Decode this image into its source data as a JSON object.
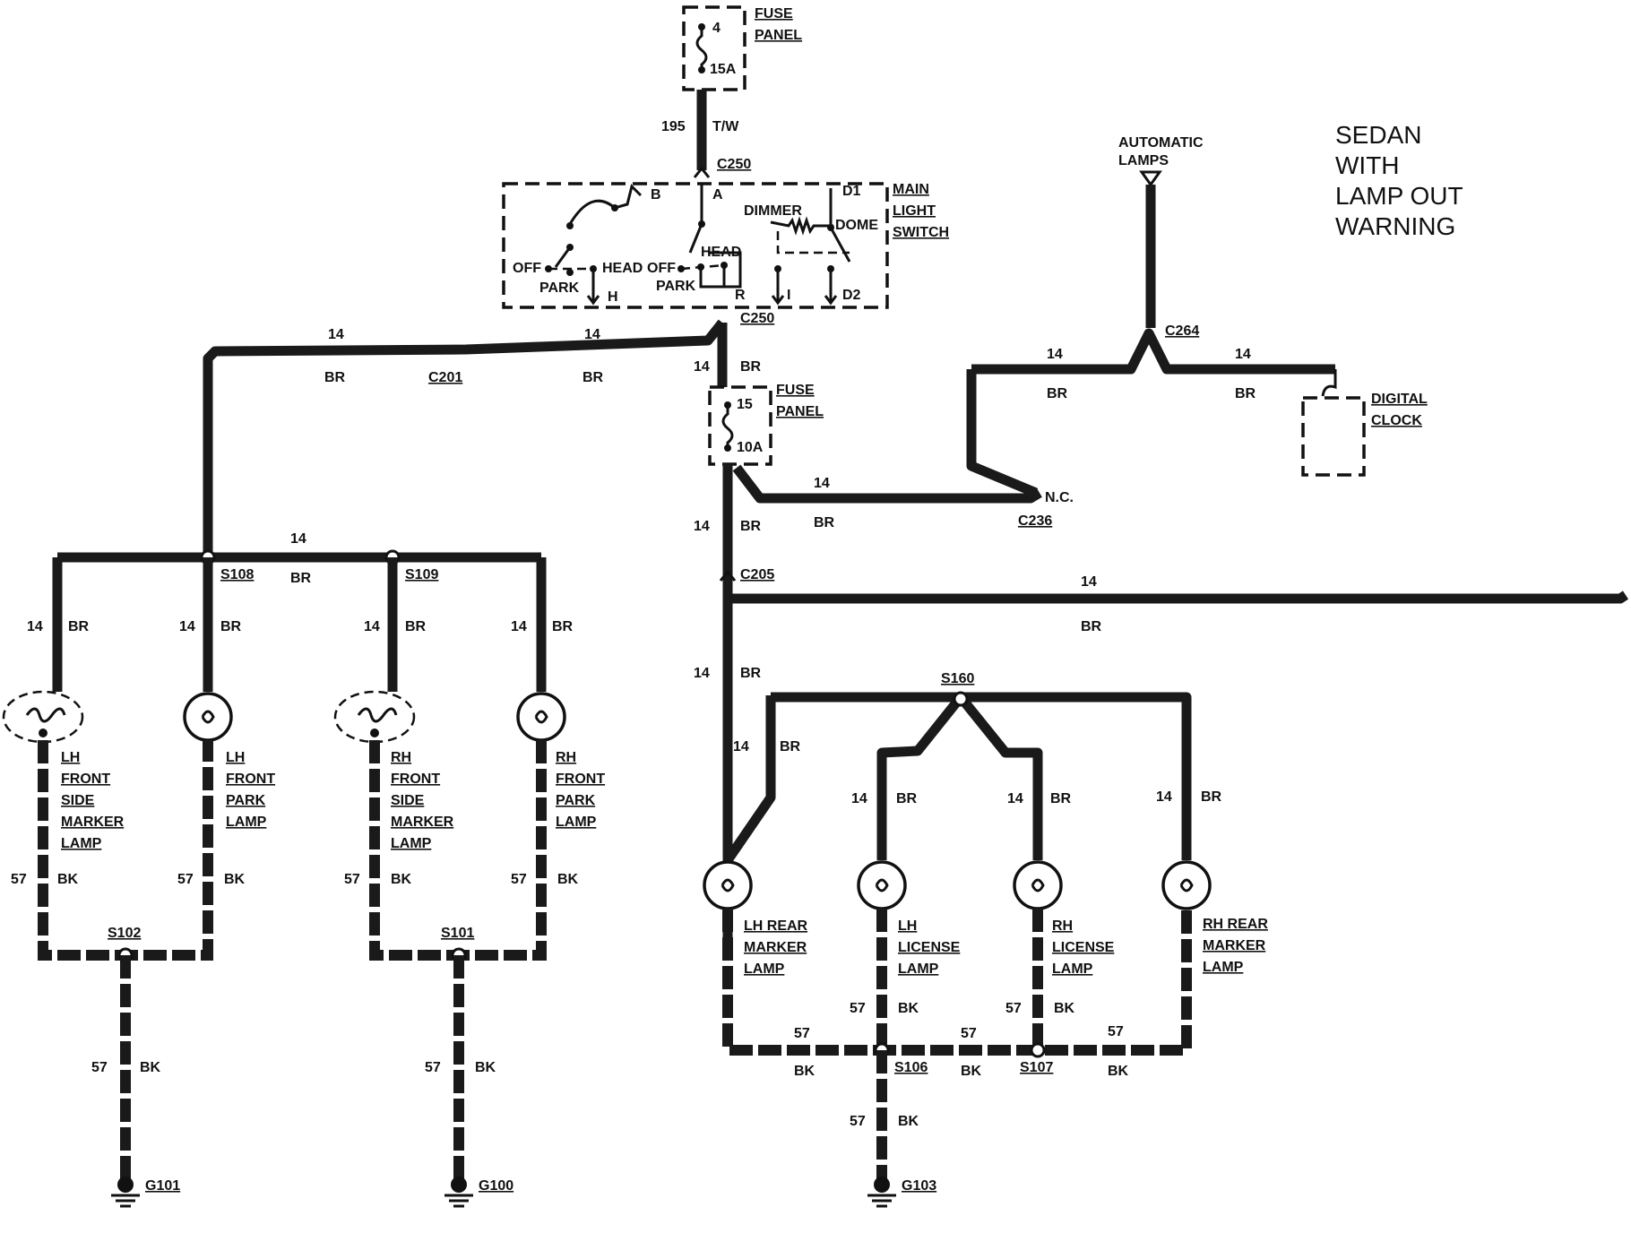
{
  "title": {
    "line1": "SEDAN",
    "line2": "WITH",
    "line3": "LAMP OUT",
    "line4": "WARNING"
  },
  "fuse_top": {
    "cavity": "4",
    "rating": "15A",
    "label1": "FUSE",
    "label2": "PANEL"
  },
  "fuse_mid": {
    "cavity": "15",
    "rating": "10A",
    "label1": "FUSE",
    "label2": "PANEL"
  },
  "feed": {
    "circuit": "195",
    "color": "T/W"
  },
  "connectors": {
    "c250_top": "C250",
    "c250_bottom": "C250",
    "c201": "C201",
    "c264": "C264",
    "c236": "C236",
    "c205": "C205"
  },
  "switch": {
    "label1": "MAIN",
    "label2": "LIGHT",
    "label3": "SWITCH",
    "term_b": "B",
    "term_a": "A",
    "term_d1": "D1",
    "term_h": "H",
    "term_r": "R",
    "term_i": "I",
    "term_d2": "D2",
    "dimmer": "DIMMER",
    "dome": "DOME",
    "head": "HEAD",
    "off": "OFF",
    "park": "PARK"
  },
  "auto_lamps": {
    "line1": "AUTOMATIC",
    "line2": "LAMPS"
  },
  "digital_clock": {
    "line1": "DIGITAL",
    "line2": "CLOCK"
  },
  "nc": "N.C.",
  "wire": {
    "br_circuit": "14",
    "br_color": "BR",
    "bk_circuit": "57",
    "bk_color": "BK"
  },
  "splices": {
    "s108": "S108",
    "s109": "S109",
    "s102": "S102",
    "s101": "S101",
    "s160": "S160",
    "s106": "S106",
    "s107": "S107"
  },
  "grounds": {
    "g101": "G101",
    "g100": "G100",
    "g103": "G103"
  },
  "lamps": {
    "lh_front_side": [
      "LH",
      "FRONT",
      "SIDE",
      "MARKER",
      "LAMP"
    ],
    "lh_front_park": [
      "LH",
      "FRONT",
      "PARK",
      "LAMP"
    ],
    "rh_front_side": [
      "RH",
      "FRONT",
      "SIDE",
      "MARKER",
      "LAMP"
    ],
    "rh_front_park": [
      "RH",
      "FRONT",
      "PARK",
      "LAMP"
    ],
    "lh_rear_marker": [
      "LH REAR",
      "MARKER",
      "LAMP"
    ],
    "lh_license": [
      "LH",
      "LICENSE",
      "LAMP"
    ],
    "rh_license": [
      "RH",
      "LICENSE",
      "LAMP"
    ],
    "rh_rear_marker": [
      "RH REAR",
      "MARKER",
      "LAMP"
    ]
  }
}
